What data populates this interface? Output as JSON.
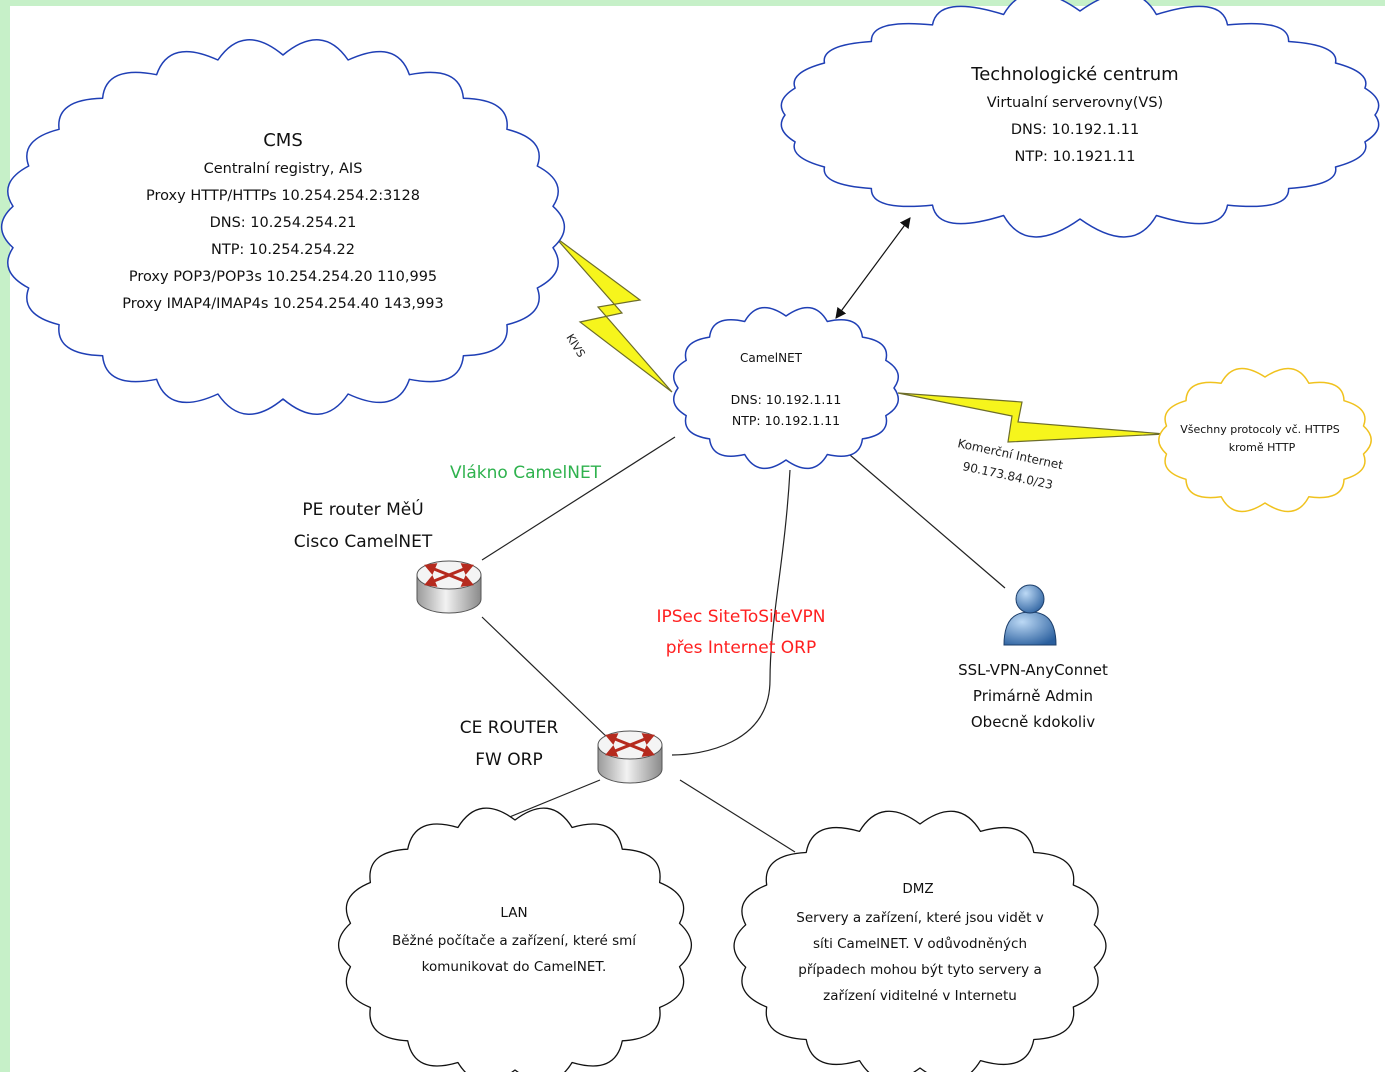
{
  "colors": {
    "background_frame": "#c6f0c8",
    "canvas": "#ffffff",
    "cloud_stroke": "#1f3fb5",
    "internet_cloud_stroke": "#f0c21e",
    "lightning_fill": "#f6f51c",
    "green_label": "#2fb24e",
    "red_label": "#ff2020",
    "router_accent": "#c0392b"
  },
  "clouds": {
    "cms": {
      "title": "CMS",
      "lines": [
        "Centralní registry, AIS",
        "Proxy HTTP/HTTPs 10.254.254.2:3128",
        "DNS: 10.254.254.21",
        "NTP: 10.254.254.22",
        "Proxy POP3/POP3s 10.254.254.20 110,995",
        "Proxy IMAP4/IMAP4s 10.254.254.40 143,993"
      ]
    },
    "tech": {
      "title": "Technologické centrum",
      "lines": [
        "Virtualní serverovny(VS)",
        "DNS: 10.192.1.11",
        "NTP: 10.1921.11"
      ]
    },
    "camelnet": {
      "title": "CamelNET",
      "lines": [
        "DNS: 10.192.1.11",
        "NTP: 10.192.1.11"
      ]
    },
    "internet": {
      "lines": [
        "Všechny protocoly vč. HTTPS",
        "kromě HTTP"
      ]
    },
    "lan": {
      "title": "LAN",
      "lines": [
        "Běžné počítače a zařízení, které smí",
        "komunikovat do CamelNET."
      ]
    },
    "dmz": {
      "title": "DMZ",
      "lines": [
        "Servery a zařízení, které jsou vidět v",
        "síti CamelNET. V odůvodněných",
        "případech mohou být tyto servery a",
        "zařízení viditelné v Internetu"
      ]
    }
  },
  "labels": {
    "kivs": "KIVS",
    "fiber": "Vlákno CamelNET",
    "ipsec": [
      "IPSec SiteToSiteVPN",
      "přes Internet ORP"
    ],
    "commercial": [
      "Komerční Internet",
      "90.173.84.0/23"
    ]
  },
  "nodes": {
    "pe_router": [
      "PE router MěÚ",
      "Cisco CamelNET"
    ],
    "ce_router": [
      "CE ROUTER",
      "FW ORP"
    ],
    "vpn_user": [
      "SSL-VPN-AnyConnet",
      "Primárně Admin",
      "Obecně kdokoliv"
    ]
  },
  "icons": {
    "router": "router-icon",
    "user": "user-icon",
    "lightning": "lightning-bolt-icon",
    "cloud": "cloud-icon"
  }
}
